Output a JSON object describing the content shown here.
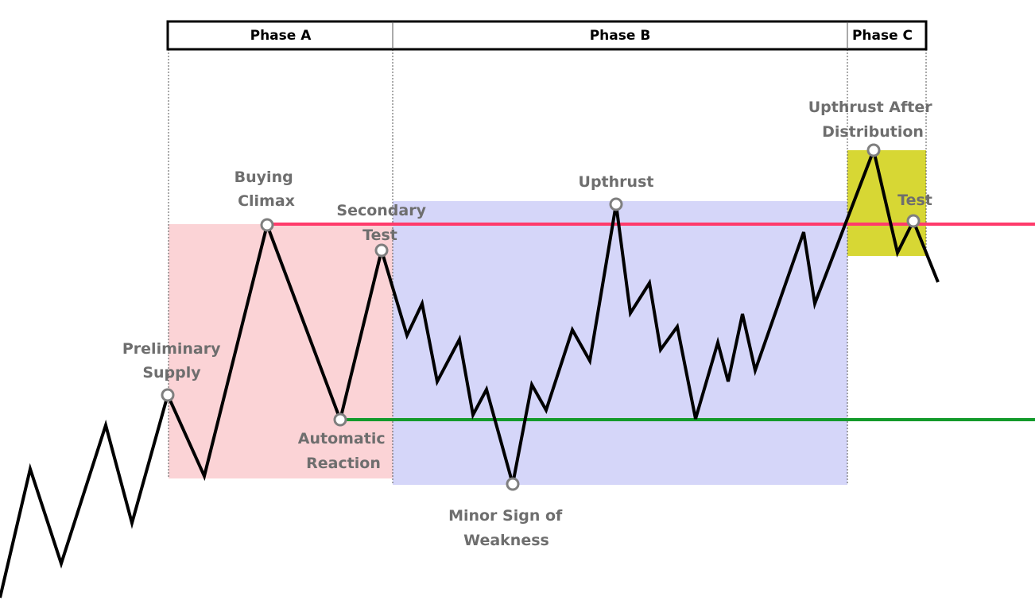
{
  "phases": [
    {
      "label": "Phase A"
    },
    {
      "label": "Phase B"
    },
    {
      "label": "Phase C"
    }
  ],
  "colors": {
    "phase_a_fill": "#fbd3d6",
    "phase_b_fill": "#d5d6f9",
    "phase_c_fill": "#d7d734",
    "resistance_line": "#ff3b6b",
    "support_line": "#139a2b",
    "price_line": "#000000",
    "marker": "#7f7f7f",
    "label": "#6e6e6e"
  },
  "events": [
    {
      "id": "preliminary-supply",
      "lines": [
        "Preliminary",
        "Supply"
      ]
    },
    {
      "id": "buying-climax",
      "lines": [
        "Buying",
        "Climax"
      ]
    },
    {
      "id": "automatic-reaction",
      "lines": [
        "Automatic",
        "Reaction"
      ]
    },
    {
      "id": "secondary-test",
      "lines": [
        "Secondary",
        "Test"
      ]
    },
    {
      "id": "minor-sign-of-weakness",
      "lines": [
        "Minor Sign of",
        "Weakness"
      ]
    },
    {
      "id": "upthrust",
      "lines": [
        "Upthrust"
      ]
    },
    {
      "id": "upthrust-after-distribution",
      "lines": [
        "Upthrust After",
        "Distribution"
      ]
    },
    {
      "id": "test",
      "lines": [
        "Test"
      ]
    }
  ]
}
